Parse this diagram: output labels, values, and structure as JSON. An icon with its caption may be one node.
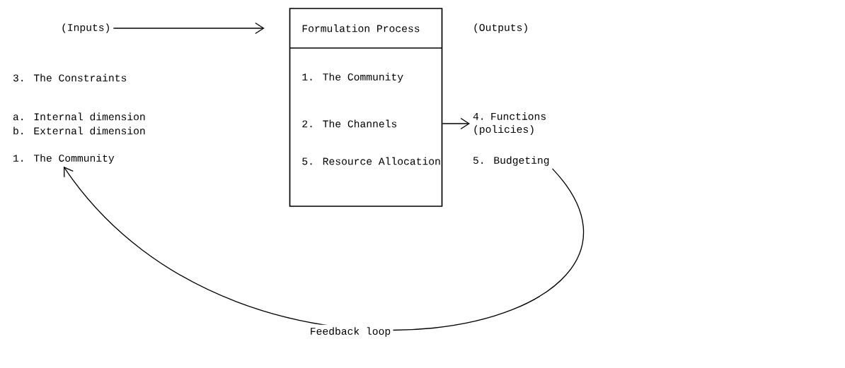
{
  "diagram": {
    "nodes": [
      {
        "text": [
          "(Inputs)"
        ]
      },
      {
        "text": [
          "Formulation Process",
          "1. The Community",
          "2. The Channels",
          "5. Resource Allocation"
        ]
      },
      {
        "text": [
          "4. Functions (policies)"
        ]
      },
      {
        "text": [
          "5. Budgeting"
        ]
      },
      {
        "text": [
          "1. The Community"
        ]
      }
    ],
    "edges": [
      {
        "from": 0,
        "to": 1,
        "arrow": "to"
      },
      {
        "from": 1,
        "to": 2,
        "arrow": "to"
      },
      {
        "from": 3,
        "to": 4,
        "arrow": "to",
        "label": "Feedback loop"
      }
    ],
    "labels": [
      "(Outputs)",
      "3. The Constraints",
      "a. Internal dimension",
      "b. External dimension"
    ]
  }
}
